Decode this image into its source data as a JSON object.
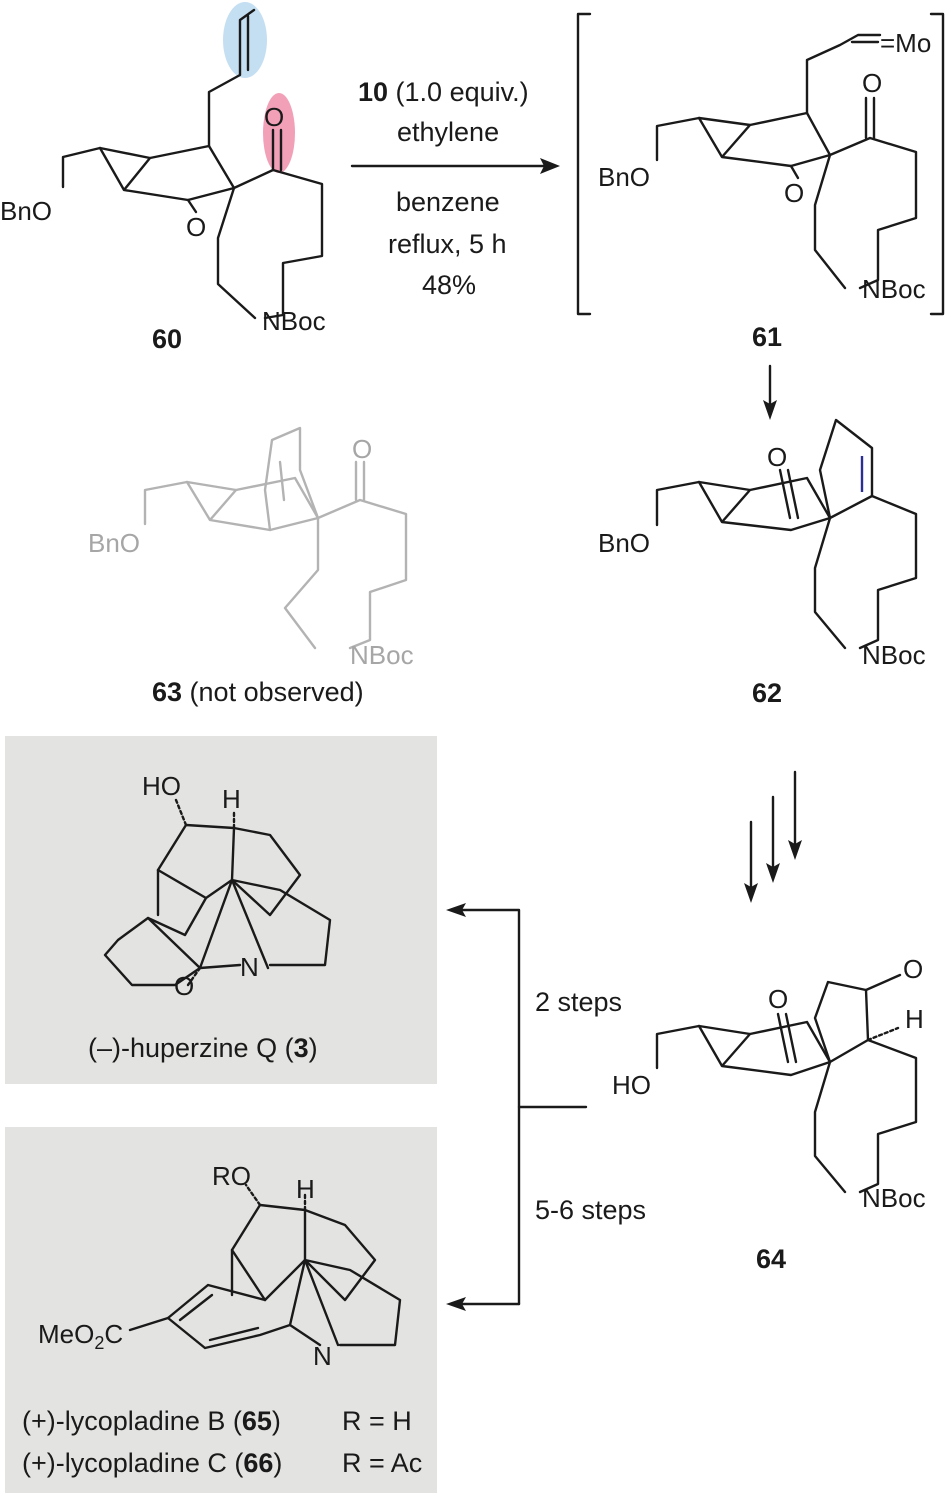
{
  "compounds": {
    "c60": {
      "id": "60",
      "labels": [
        "BnO",
        "O",
        "O",
        "NBoc"
      ]
    },
    "c61": {
      "id": "61",
      "labels": [
        "=Mo",
        "O",
        "O",
        "BnO",
        "NBoc"
      ]
    },
    "c62": {
      "id": "62",
      "labels": [
        "O",
        "BnO",
        "NBoc"
      ]
    },
    "c63": {
      "id": "63",
      "suffix": " (not observed)",
      "labels": [
        "O",
        "BnO",
        "NBoc"
      ]
    },
    "c64": {
      "id": "64",
      "labels": [
        "O",
        "O",
        "H",
        "HO",
        "NBoc"
      ]
    },
    "huperzine": {
      "prefix": "(–)-huperzine Q (",
      "id": "3",
      "suffix": ")",
      "labels": [
        "HO",
        "H",
        "N",
        "O"
      ]
    },
    "lycopladineB": {
      "prefix": "(+)-lycopladine B (",
      "id": "65",
      "suffix": ")",
      "r": "R = H"
    },
    "lycopladineC": {
      "prefix": "(+)-lycopladine C (",
      "id": "66",
      "suffix": ")",
      "r": "R = Ac"
    },
    "lycopladine_core": {
      "labels": [
        "RO",
        "H",
        "N"
      ],
      "ester_main": "MeO",
      "ester_sub": "2",
      "ester_end": "C"
    }
  },
  "conditions": {
    "reagent_bold": "10",
    "reagent_rest": " (1.0 equiv.)",
    "line2": "ethylene",
    "line3": "benzene",
    "line4": "reflux, 5 h",
    "yield": "48%"
  },
  "branch_labels": {
    "upper": "2 steps",
    "lower": "5-6 steps"
  },
  "colors": {
    "alkene_highlight": "#c5dff2",
    "ketone_highlight": "#f2a0b8",
    "panel": "#e3e3e1",
    "new_bond": "#2b2f8f",
    "not_observed": "#b3b3b3"
  }
}
